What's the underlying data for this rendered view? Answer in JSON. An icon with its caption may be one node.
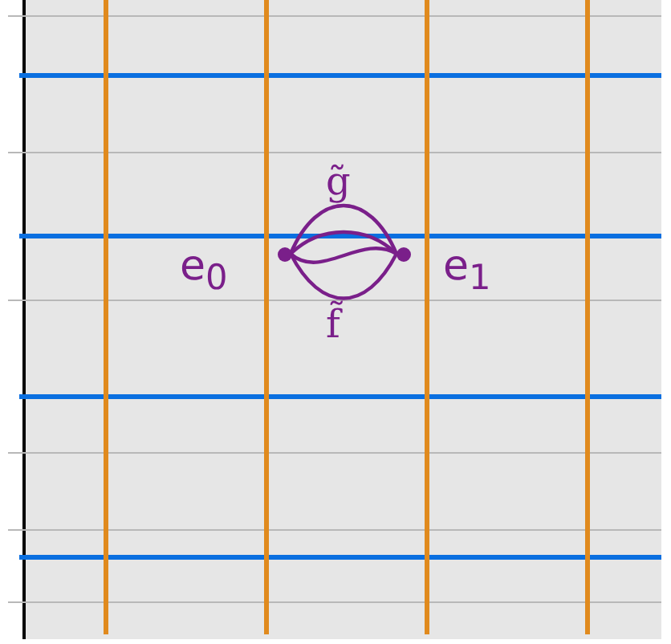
{
  "diagram": {
    "nodes": [
      {
        "text": [],
        "shape": "circle",
        "beside": [
          "e$_{0}$"
        ]
      },
      {
        "text": [],
        "shape": "circle",
        "beside": [
          "e$_{1}$"
        ]
      }
    ],
    "edges": [
      {
        "from": 0,
        "to": 1,
        "arrow": "none",
        "label": "g̃"
      },
      {
        "from": 0,
        "to": 1,
        "arrow": "none"
      },
      {
        "from": 0,
        "to": 1,
        "arrow": "none"
      },
      {
        "from": 0,
        "to": 1,
        "arrow": "none",
        "label": "f̃"
      }
    ]
  }
}
